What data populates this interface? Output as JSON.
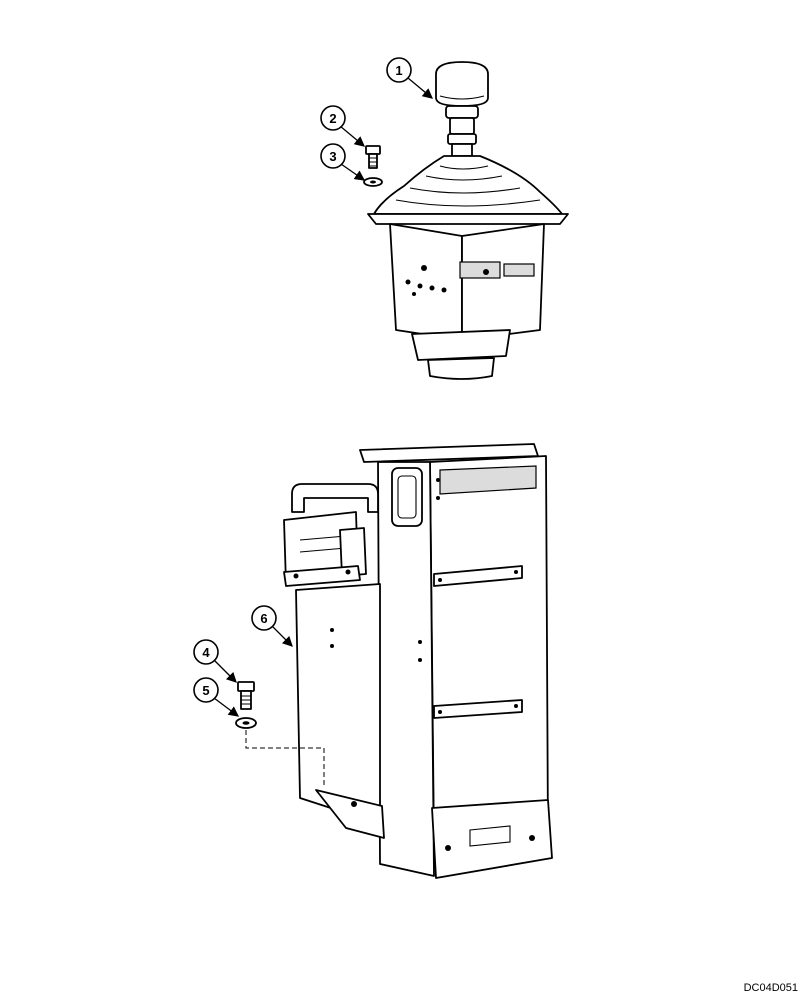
{
  "callouts": [
    {
      "id": "1",
      "label": "1"
    },
    {
      "id": "2",
      "label": "2"
    },
    {
      "id": "3",
      "label": "3"
    },
    {
      "id": "4",
      "label": "4"
    },
    {
      "id": "5",
      "label": "5"
    },
    {
      "id": "6",
      "label": "6"
    }
  ],
  "drawing_code": "DC04D051"
}
